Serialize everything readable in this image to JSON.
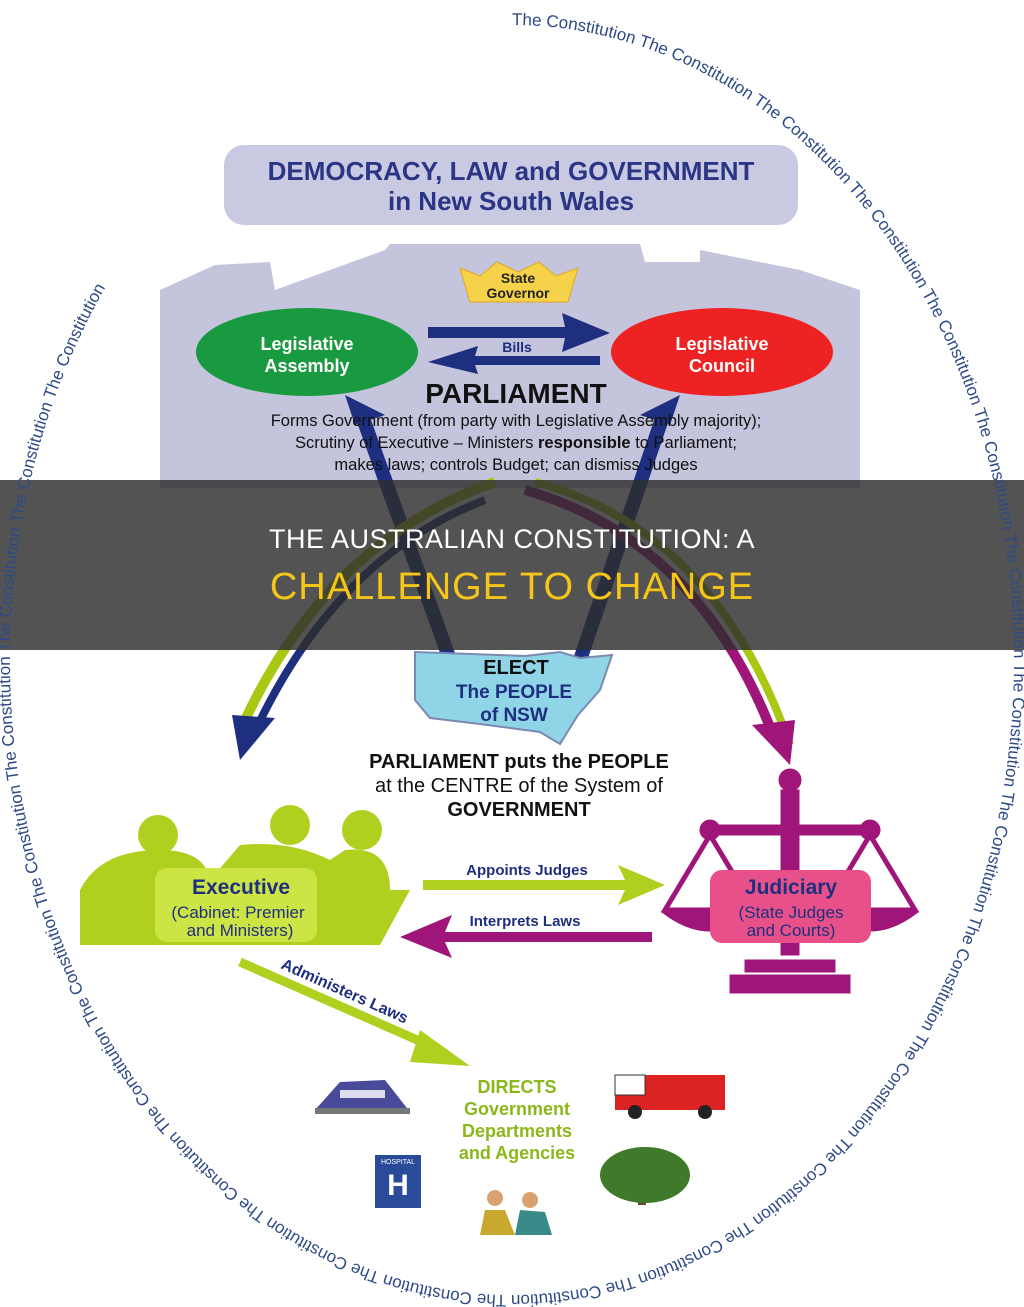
{
  "diagram": {
    "ring_phrase": "The Constitution",
    "title_line1": "DEMOCRACY, LAW and GOVERNMENT",
    "title_line2": "in New South Wales",
    "governor_line1": "State",
    "governor_line2": "Governor",
    "assembly_line1": "Legislative",
    "assembly_line2": "Assembly",
    "council_line1": "Legislative",
    "council_line2": "Council",
    "bills": "Bills",
    "parliament": "PARLIAMENT",
    "parl_desc1": "Forms Government (from party with Legislative Assembly majority);",
    "parl_desc2a": "Scrutiny of Executive – Ministers ",
    "parl_desc2b": "responsible",
    "parl_desc2c": " to Parliament;",
    "parl_desc3": "makes laws; controls Budget; can dismiss Judges",
    "elect": "ELECT",
    "people1": "The",
    "people2": "PEOPLE",
    "people3": "of",
    "people4": "NSW",
    "centre_line1": "PARLIAMENT puts the PEOPLE",
    "centre_line2": "at the CENTRE of the System of",
    "centre_line3": "GOVERNMENT",
    "executive_title": "Executive",
    "executive_sub1": "(Cabinet: Premier",
    "executive_sub2": "and Ministers)",
    "judiciary_title": "Judiciary",
    "judiciary_sub1": "(State Judges",
    "judiciary_sub2": "and Courts)",
    "appoints": "Appoints Judges",
    "interprets": "Interprets Laws",
    "administers": "Administers Laws",
    "directs1": "DIRECTS",
    "directs2": "Government",
    "directs3": "Departments",
    "directs4": "and Agencies",
    "hospital": "HOSPITAL",
    "hospital_letter": "H",
    "colors": {
      "navy": "#1f2f7f",
      "green": "#1a9a40",
      "red": "#ee2222",
      "lime": "#a8c814",
      "magenta": "#a0157a",
      "pink": "#e8508a",
      "sky": "#90d4e8",
      "building": "#c4c4dc"
    }
  },
  "banner": {
    "line1": "THE AUSTRALIAN CONSTITUTION: A",
    "line2": "CHALLENGE TO CHANGE"
  }
}
